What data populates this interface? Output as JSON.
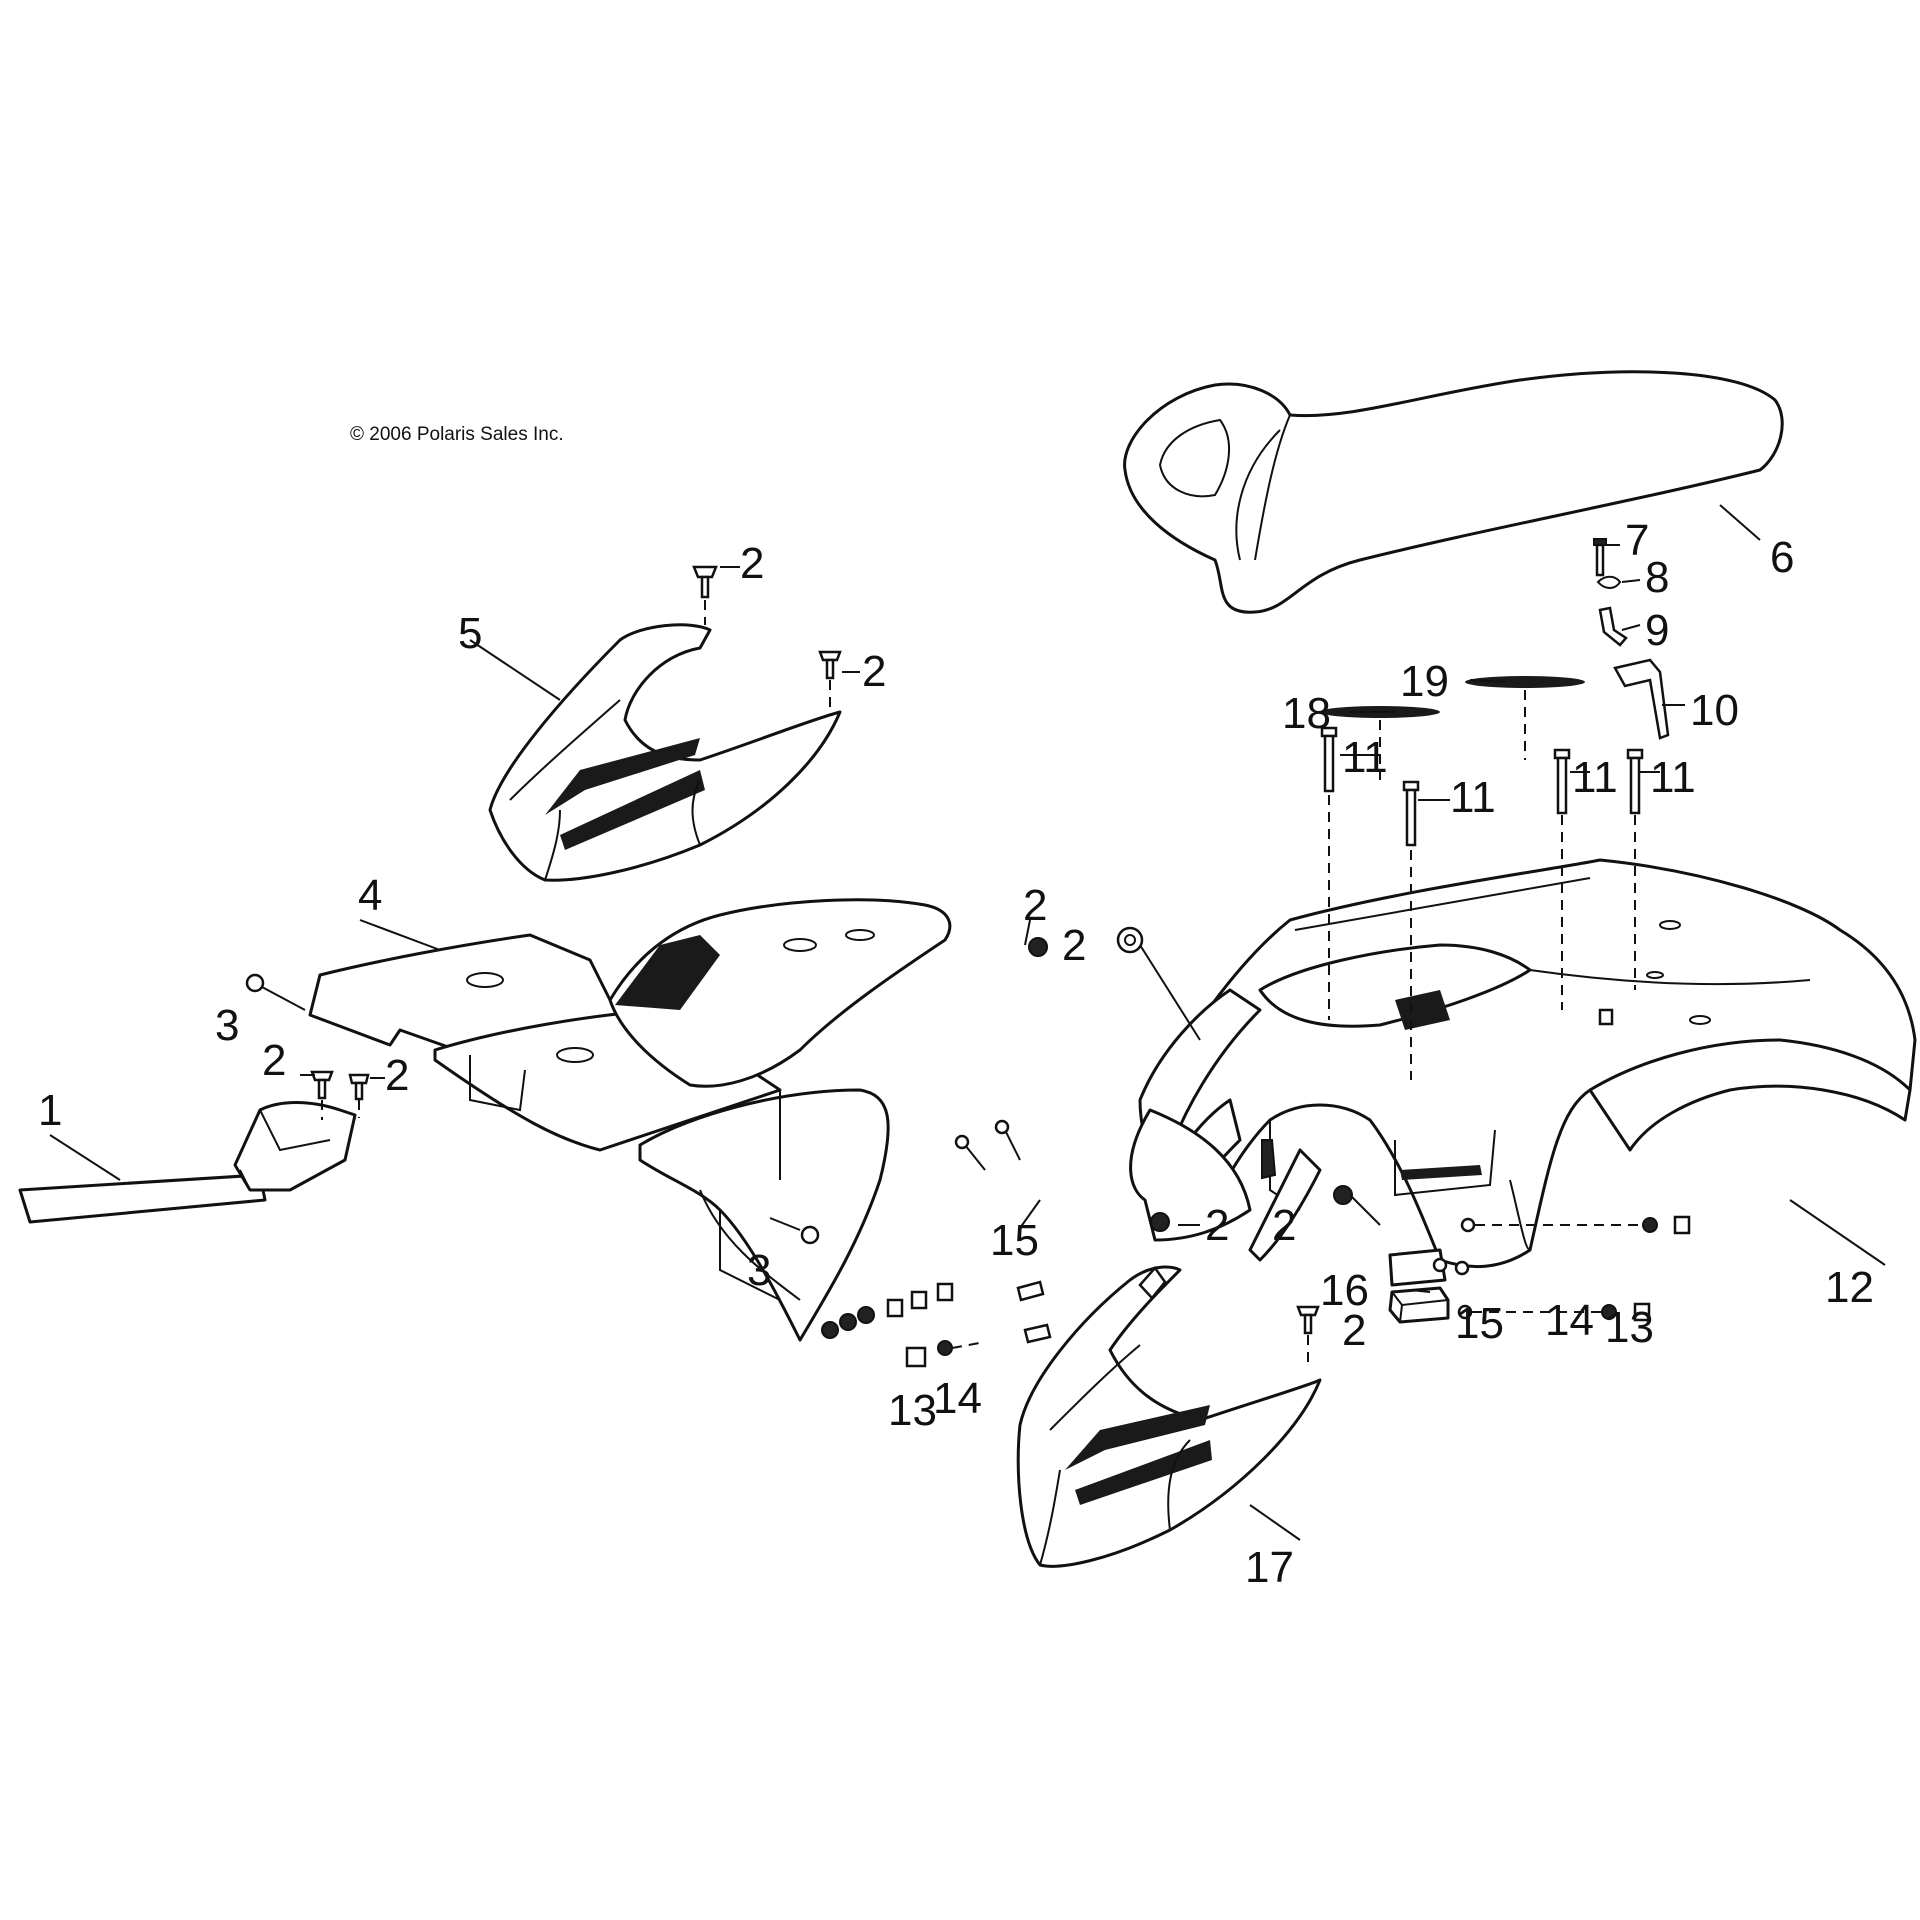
{
  "copyright": "© 2006 Polaris Sales Inc.",
  "callouts": {
    "c1": "1",
    "c2": "2",
    "c3": "3",
    "c4": "4",
    "c5": "5",
    "c6": "6",
    "c7": "7",
    "c8": "8",
    "c9": "9",
    "c10": "10",
    "c11": "11",
    "c12": "12",
    "c13": "13",
    "c14": "14",
    "c15": "15",
    "c16": "16",
    "c17": "17",
    "c18": "18",
    "c19": "19"
  }
}
